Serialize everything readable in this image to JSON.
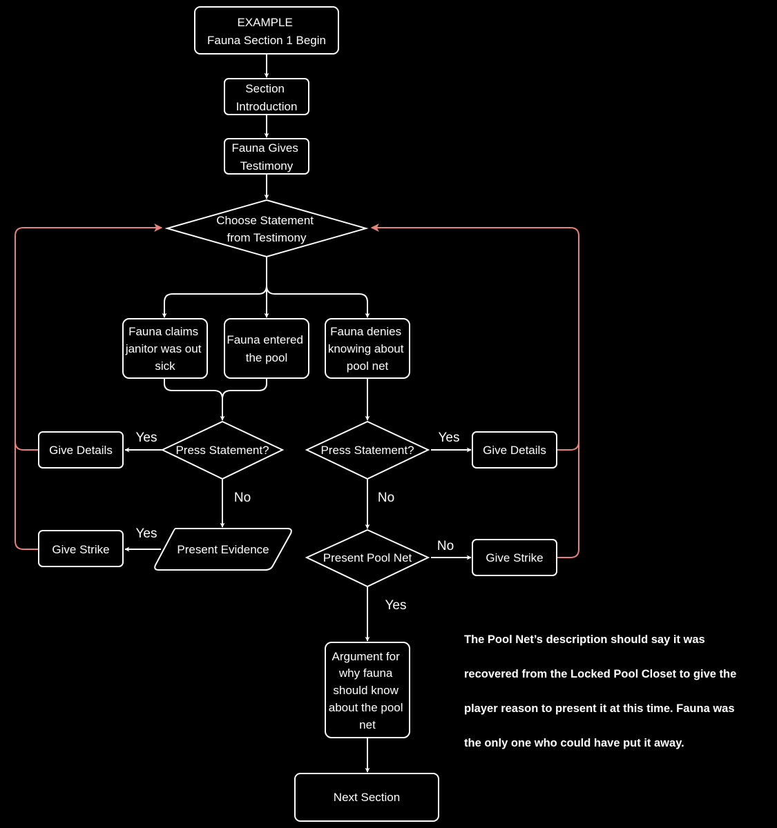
{
  "colors": {
    "background": "#000000",
    "foreground": "#ffffff",
    "loop_edge": "#e8837a"
  },
  "nodes": {
    "start": {
      "shape": "rounded-rect",
      "lines": [
        "EXAMPLE",
        "Fauna Section 1 Begin"
      ]
    },
    "intro": {
      "shape": "rounded-rect",
      "lines": [
        "Section",
        "Introduction"
      ]
    },
    "testimony": {
      "shape": "rounded-rect",
      "lines": [
        "Fauna Gives",
        "Testimony"
      ]
    },
    "choose": {
      "shape": "diamond",
      "lines": [
        "Choose Statement",
        "from Testimony"
      ]
    },
    "stmt_janitor": {
      "shape": "rounded-rect",
      "lines": [
        "Fauna claims",
        "janitor was out",
        "sick"
      ]
    },
    "stmt_pool": {
      "shape": "rounded-rect",
      "lines": [
        "Fauna entered",
        "the pool"
      ]
    },
    "stmt_net": {
      "shape": "rounded-rect",
      "lines": [
        "Fauna denies",
        "knowing about",
        "pool net"
      ]
    },
    "press_left": {
      "shape": "diamond",
      "lines": [
        "Press Statement?"
      ]
    },
    "press_right": {
      "shape": "diamond",
      "lines": [
        "Press Statement?"
      ]
    },
    "details_left": {
      "shape": "rounded-rect",
      "lines": [
        "Give Details"
      ]
    },
    "details_right": {
      "shape": "rounded-rect",
      "lines": [
        "Give Details"
      ]
    },
    "evidence": {
      "shape": "parallelogram",
      "lines": [
        "Present Evidence"
      ]
    },
    "strike_left": {
      "shape": "rounded-rect",
      "lines": [
        "Give Strike"
      ]
    },
    "present_net": {
      "shape": "diamond",
      "lines": [
        "Present Pool Net"
      ]
    },
    "strike_right": {
      "shape": "rounded-rect",
      "lines": [
        "Give Strike"
      ]
    },
    "argument": {
      "shape": "rounded-rect",
      "lines": [
        "Argument for",
        "why fauna",
        "should know",
        "about the pool",
        "net"
      ]
    },
    "next": {
      "shape": "rounded-rect",
      "lines": [
        "Next Section"
      ]
    }
  },
  "edge_labels": {
    "press_left_yes": "Yes",
    "press_left_no": "No",
    "evidence_yes": "Yes",
    "press_right_yes": "Yes",
    "press_right_no": "No",
    "present_net_no": "No",
    "present_net_yes": "Yes"
  },
  "note": {
    "lines": [
      "The Pool Net’s description should say it was",
      "recovered from the Locked Pool Closet to give the",
      "player reason to present it at this time. Fauna was",
      "the only one who could have put it away."
    ]
  }
}
